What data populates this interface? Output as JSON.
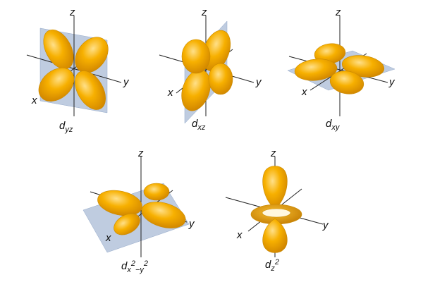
{
  "axes": {
    "x": "x",
    "y": "y",
    "z": "z"
  },
  "orbitals": [
    {
      "id": "dyz",
      "base": "d",
      "sub": "yz"
    },
    {
      "id": "dxz",
      "base": "d",
      "sub": "xz"
    },
    {
      "id": "dxy",
      "base": "d",
      "sub": "xy"
    },
    {
      "id": "dx2y2",
      "base": "d",
      "sub_a": "x",
      "sup_a": "2",
      "sub_mid": "−",
      "sub_b": "y",
      "sup_b": "2"
    },
    {
      "id": "dz2",
      "base": "d",
      "sub": "z",
      "sup": "2"
    }
  ],
  "colors": {
    "lobe": "#f5a800",
    "lobe_highlight": "#ffd060",
    "lobe_shadow": "#d08600",
    "plane": "#a9bbd6",
    "axis": "#222222"
  }
}
